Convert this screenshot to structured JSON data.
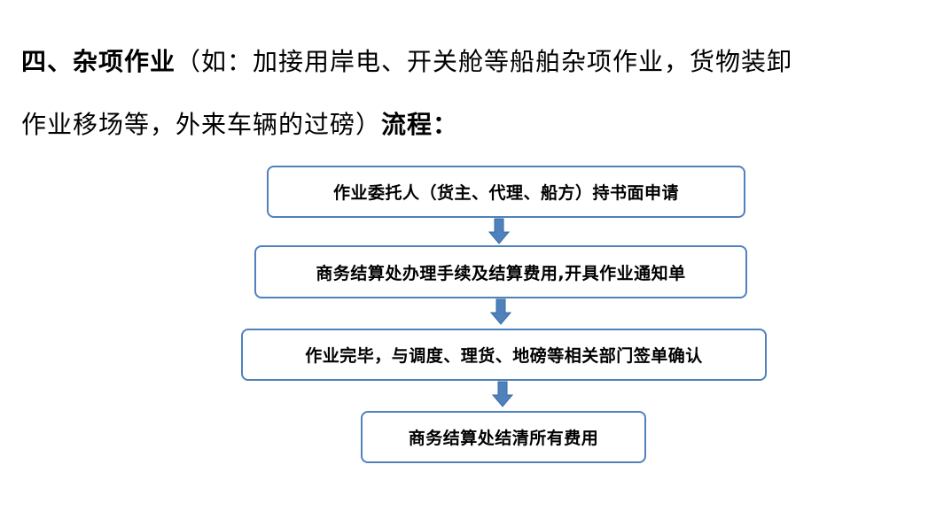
{
  "heading": {
    "prefix": "四、杂项作业",
    "line1_rest": "（如：加接用岸电、开关舱等船舶杂项作业，货物装卸",
    "line2_main": "作业移场等，外来车辆的过磅）",
    "line2_suffix": "流程："
  },
  "flow": {
    "steps": [
      "作业委托人（货主、代理、船方）持书面申请",
      "商务结算处办理手续及结算费用,开具作业通知单",
      "作业完毕，与调度、理货、地磅等相关部门签单确认",
      "商务结算处结清所有费用"
    ],
    "colors": {
      "border": "#4f81bd",
      "arrow_fill": "#4f81bd",
      "arrow_stroke": "#3a6aa0"
    }
  }
}
